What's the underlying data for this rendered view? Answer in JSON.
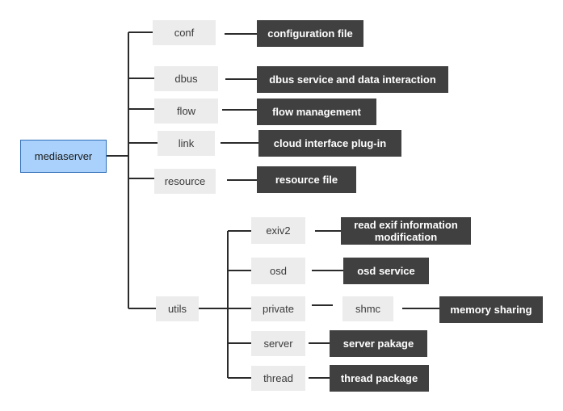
{
  "colors": {
    "root_fill": "#a9d1fb",
    "root_border": "#2f6fb8",
    "folder_fill": "#ececec",
    "desc_fill": "#404040",
    "line": "#2b2b2b"
  },
  "root": {
    "label": "mediaserver"
  },
  "folders": {
    "conf": {
      "label": "conf"
    },
    "dbus": {
      "label": "dbus"
    },
    "flow": {
      "label": "flow"
    },
    "link": {
      "label": "link"
    },
    "resource": {
      "label": "resource"
    },
    "utils": {
      "label": "utils"
    }
  },
  "descriptions": {
    "conf": "configuration file",
    "dbus": "dbus service and data interaction",
    "flow": "flow management",
    "link": "cloud interface plug-in",
    "resource": "resource file"
  },
  "utils_children": {
    "exiv2": {
      "label": "exiv2",
      "desc": "read exif information modification"
    },
    "osd": {
      "label": "osd",
      "desc": "osd service"
    },
    "private": {
      "label": "private",
      "child": "shmc",
      "child_desc": "memory sharing"
    },
    "server": {
      "label": "server",
      "desc": "server pakage"
    },
    "thread": {
      "label": "thread",
      "desc": "thread package"
    }
  }
}
